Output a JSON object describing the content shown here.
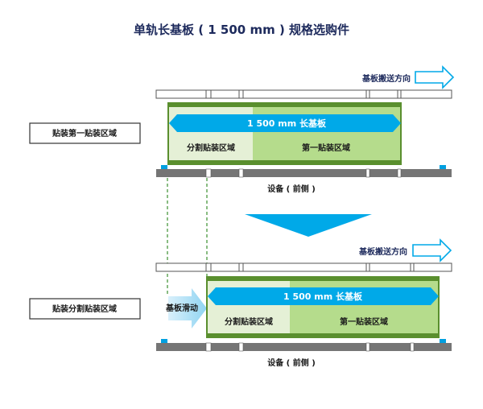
{
  "title": "单轨长基板 ( 1 500 mm ) 规格选购件",
  "panel_top": {
    "direction_label": "基板搬送方向",
    "side_label": "贴装第一贴装区域",
    "board_label": "1 500 mm 长基板",
    "zone_split": "分割贴装区域",
    "zone_first": "第一贴装区域",
    "equipment_label": "设备 ( 前侧 )"
  },
  "panel_bottom": {
    "direction_label": "基板搬送方向",
    "side_label": "贴装分割贴装区域",
    "slide_label": "基板滑动",
    "board_label": "1 500 mm 长基板",
    "zone_split": "分割贴装区域",
    "zone_first": "第一贴装区域",
    "equipment_label": "设备 ( 前侧 )"
  },
  "colors": {
    "title": "#1d2a5c",
    "board_arrow": "#00a9e8",
    "zone_light": "#e5f0d6",
    "zone_green": "#b5dc8c",
    "board_border": "#5a8f2e",
    "rail_gray": "#757575",
    "marker_blue": "#00a0e0",
    "down_arrow": "#00a9e8",
    "slide_arrow": "#8fd4f2"
  }
}
